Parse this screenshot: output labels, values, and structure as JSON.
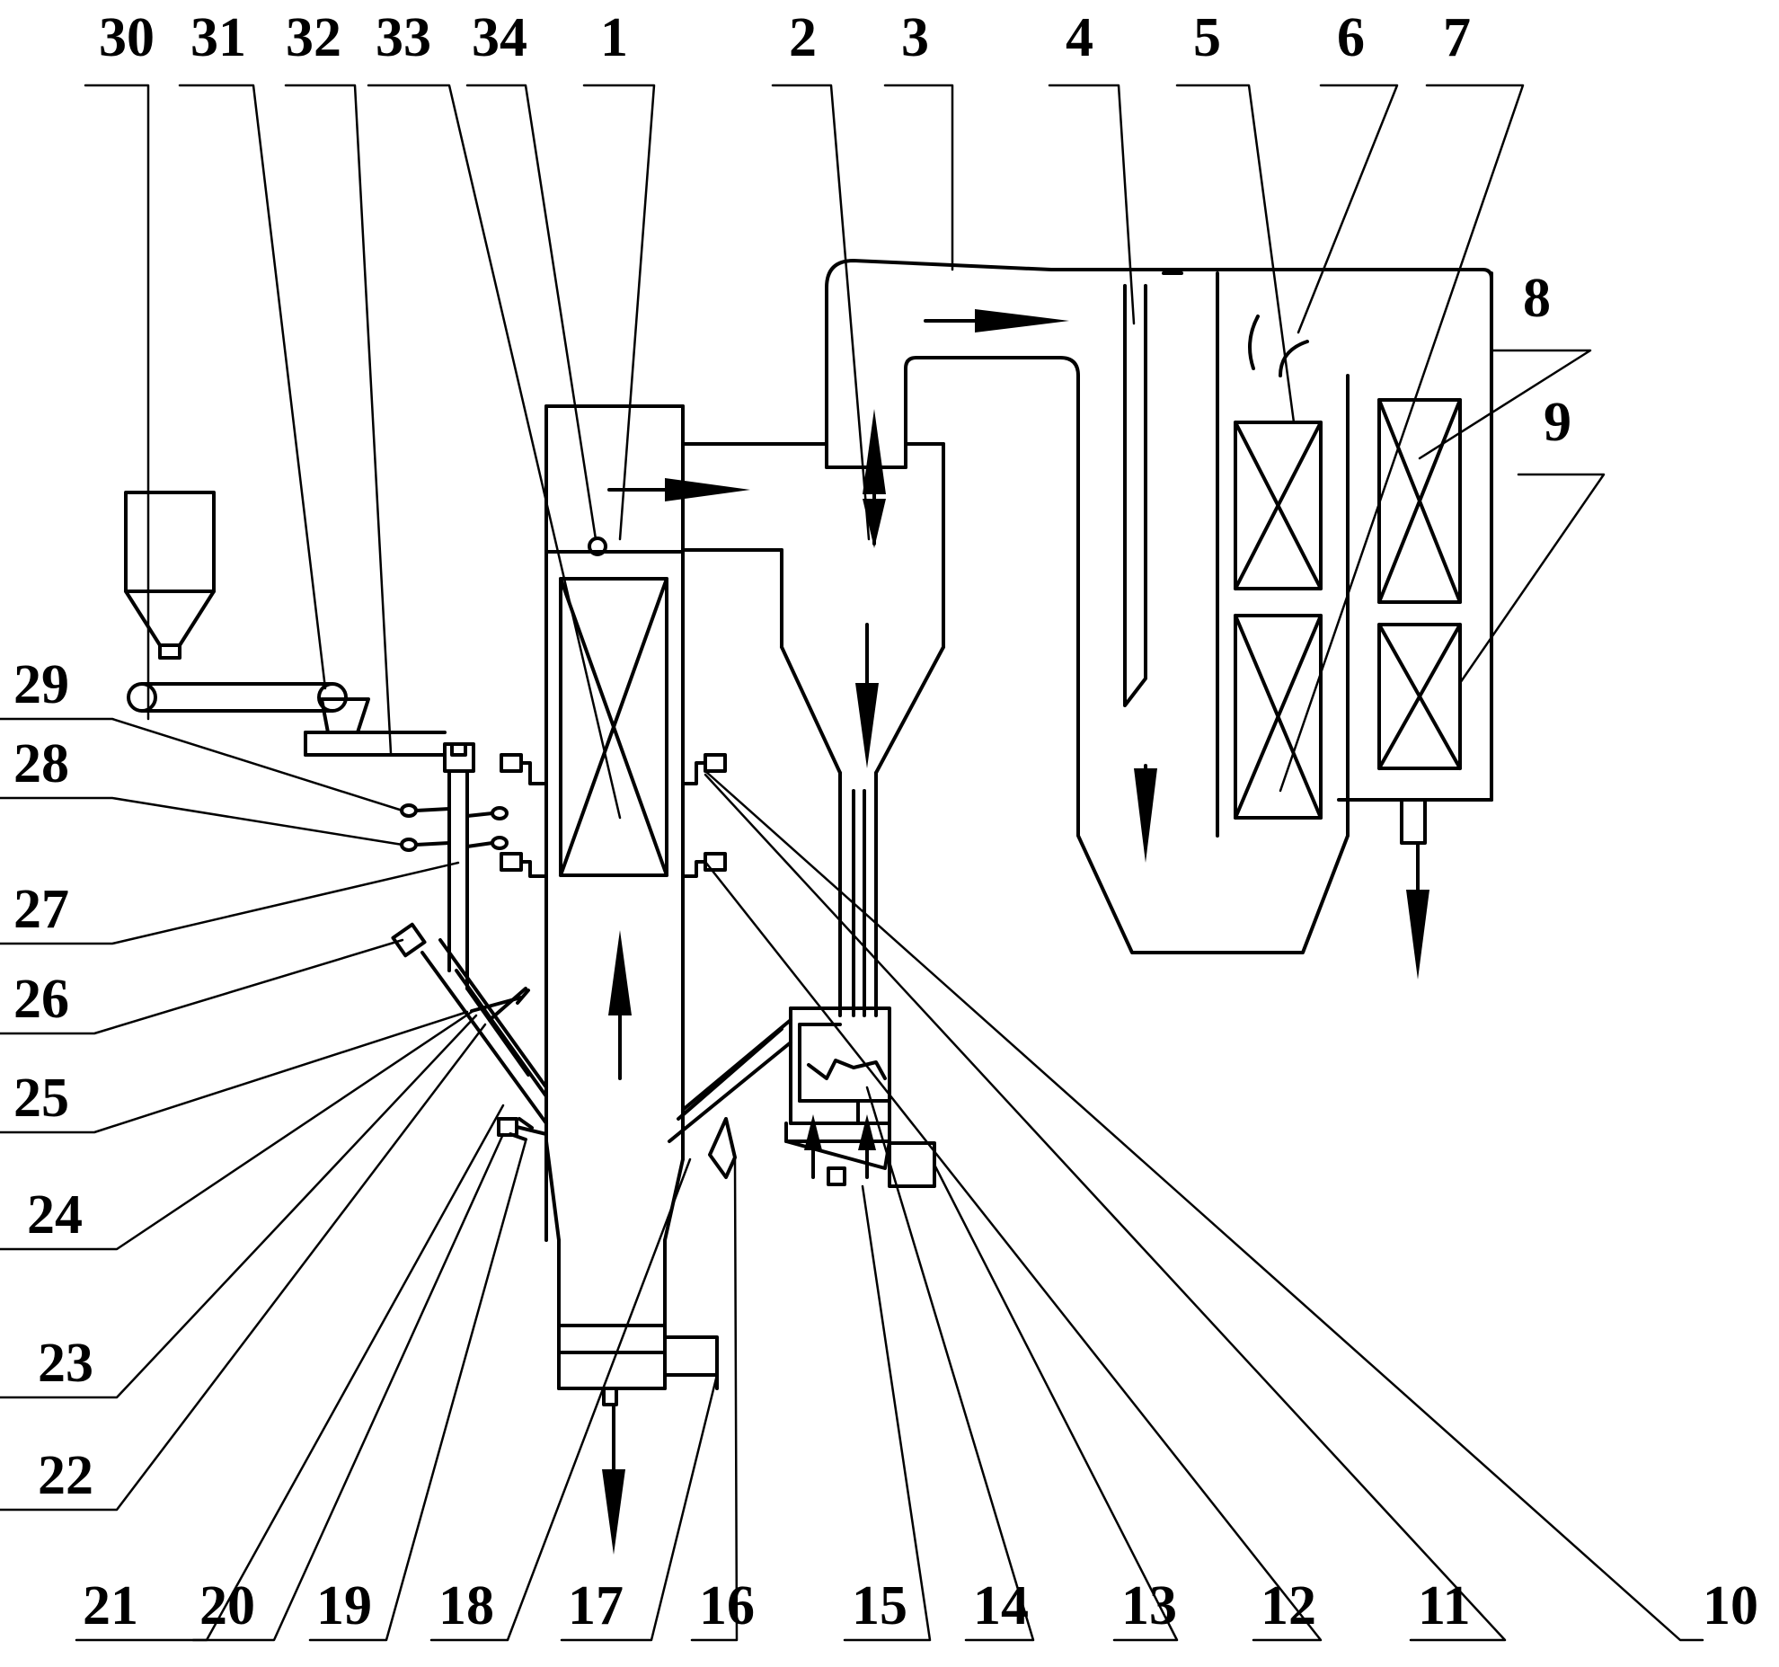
{
  "labels": [
    {
      "id": 1,
      "text": "1"
    },
    {
      "id": 2,
      "text": "2"
    },
    {
      "id": 3,
      "text": "3"
    },
    {
      "id": 4,
      "text": "4"
    },
    {
      "id": 5,
      "text": "5"
    },
    {
      "id": 6,
      "text": "6"
    },
    {
      "id": 7,
      "text": "7"
    },
    {
      "id": 8,
      "text": "8"
    },
    {
      "id": 9,
      "text": "9"
    },
    {
      "id": 10,
      "text": "10"
    },
    {
      "id": 11,
      "text": "11"
    },
    {
      "id": 12,
      "text": "12"
    },
    {
      "id": 13,
      "text": "13"
    },
    {
      "id": 14,
      "text": "14"
    },
    {
      "id": 15,
      "text": "15"
    },
    {
      "id": 16,
      "text": "16"
    },
    {
      "id": 17,
      "text": "17"
    },
    {
      "id": 18,
      "text": "18"
    },
    {
      "id": 19,
      "text": "19"
    },
    {
      "id": 20,
      "text": "20"
    },
    {
      "id": 21,
      "text": "21"
    },
    {
      "id": 22,
      "text": "22"
    },
    {
      "id": 23,
      "text": "23"
    },
    {
      "id": 24,
      "text": "24"
    },
    {
      "id": 25,
      "text": "25"
    },
    {
      "id": 26,
      "text": "26"
    },
    {
      "id": 27,
      "text": "27"
    },
    {
      "id": 28,
      "text": "28"
    },
    {
      "id": 29,
      "text": "29"
    },
    {
      "id": 30,
      "text": "30"
    },
    {
      "id": 31,
      "text": "31"
    },
    {
      "id": 32,
      "text": "32"
    },
    {
      "id": 33,
      "text": "33"
    },
    {
      "id": 34,
      "text": "34"
    }
  ]
}
